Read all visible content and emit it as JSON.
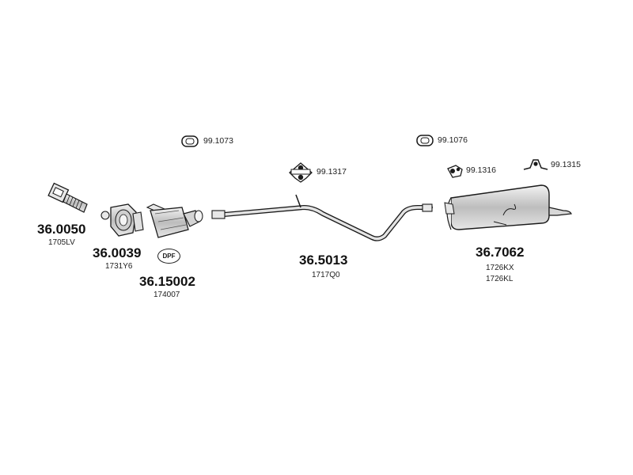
{
  "parts": [
    {
      "id": "part-36-0050",
      "number": "36.0050",
      "refs": [
        "1705LV"
      ]
    },
    {
      "id": "part-36-0039",
      "number": "36.0039",
      "refs": [
        "1731Y6"
      ]
    },
    {
      "id": "part-36-15002",
      "number": "36.15002",
      "refs": [
        "174007"
      ]
    },
    {
      "id": "part-36-5013",
      "number": "36.5013",
      "refs": [
        "1717Q0"
      ]
    },
    {
      "id": "part-36-7062",
      "number": "36.7062",
      "refs": [
        "1726KX",
        "1726KL"
      ]
    }
  ],
  "accessories": [
    {
      "id": "rubber-ring-1",
      "number": "99.1073",
      "icon": "rubber-ring-icon"
    },
    {
      "id": "rubber-ring-2",
      "number": "99.1076",
      "icon": "rubber-ring-icon"
    },
    {
      "id": "hanger-1",
      "number": "99.1317",
      "icon": "rubber-hanger-icon"
    },
    {
      "id": "hanger-2",
      "number": "99.1316",
      "icon": "rubber-hanger-icon"
    },
    {
      "id": "mount-1",
      "number": "99.1315",
      "icon": "mounting-bracket-icon"
    }
  ],
  "badge": {
    "dpf": "DPF"
  },
  "colors": {
    "line": "#1a1a1a",
    "fill": "#d8d8d8",
    "background": "#ffffff"
  }
}
